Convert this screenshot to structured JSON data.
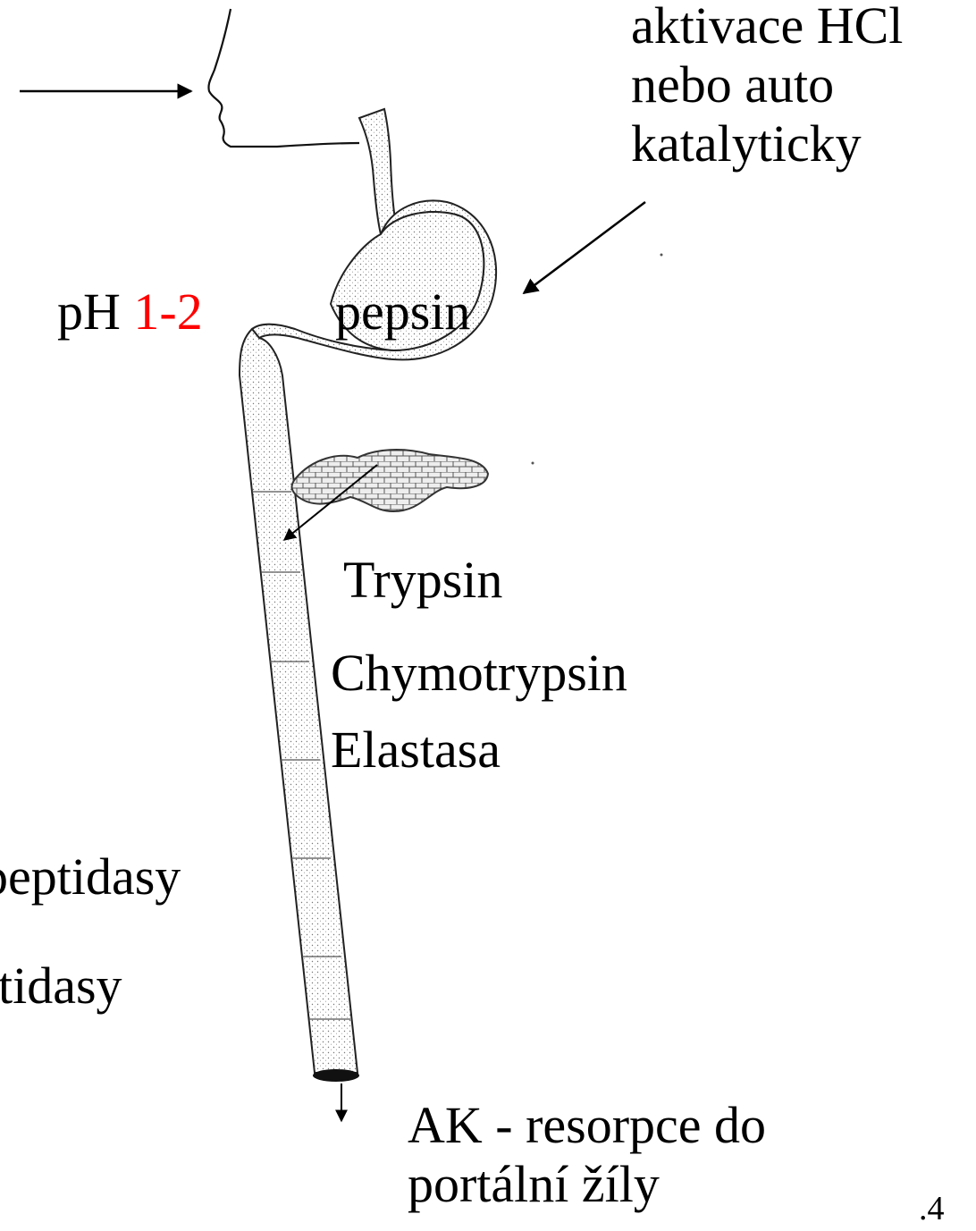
{
  "labels": {
    "activation": [
      "aktivace HCl",
      "nebo auto",
      "katalyticky"
    ],
    "ph_prefix": "pH",
    "ph_value": "1-2",
    "stomach_enzyme": "pepsin",
    "pancreatic_enzymes": [
      "Trypsin",
      "Chymotrypsin",
      "Elastasa"
    ],
    "intestinal_enzymes": [
      "peptidasy",
      "tidasy"
    ],
    "result": [
      "AK - resorpce do",
      "portální žíly"
    ]
  },
  "page_number": ".4",
  "colors": {
    "text": "#000000",
    "ph_value": "#ff0000",
    "tract_fill": "#f2f2f2",
    "tract_outline": "#222222"
  }
}
